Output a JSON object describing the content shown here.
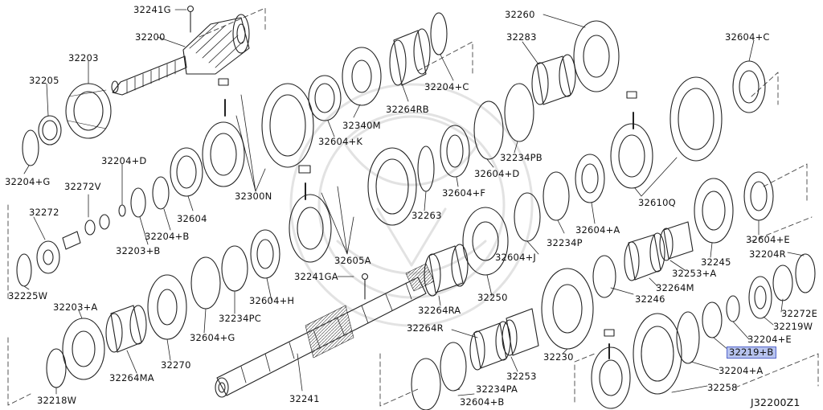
{
  "part_labels": [
    {
      "id": "32241G",
      "text": "32241G"
    },
    {
      "id": "32200",
      "text": "32200"
    },
    {
      "id": "32203",
      "text": "32203"
    },
    {
      "id": "32205",
      "text": "32205"
    },
    {
      "id": "32204+G",
      "text": "32204+G"
    },
    {
      "id": "32204+D",
      "text": "32204+D"
    },
    {
      "id": "32272V",
      "text": "32272V"
    },
    {
      "id": "32272",
      "text": "32272"
    },
    {
      "id": "32203+B",
      "text": "32203+B"
    },
    {
      "id": "32204+B",
      "text": "32204+B"
    },
    {
      "id": "32604",
      "text": "32604"
    },
    {
      "id": "32300N",
      "text": "32300N"
    },
    {
      "id": "32225W",
      "text": "32225W"
    },
    {
      "id": "32203+A",
      "text": "32203+A"
    },
    {
      "id": "32218W",
      "text": "32218W"
    },
    {
      "id": "32264MA",
      "text": "32264MA"
    },
    {
      "id": "32270",
      "text": "32270"
    },
    {
      "id": "32604+G",
      "text": "32604+G"
    },
    {
      "id": "32234PC",
      "text": "32234PC"
    },
    {
      "id": "32604+H",
      "text": "32604+H"
    },
    {
      "id": "32241GA",
      "text": "32241GA"
    },
    {
      "id": "32605A",
      "text": "32605A"
    },
    {
      "id": "32241",
      "text": "32241"
    },
    {
      "id": "32264RA",
      "text": "32264RA"
    },
    {
      "id": "32264R",
      "text": "32264R"
    },
    {
      "id": "32234PA",
      "text": "32234PA"
    },
    {
      "id": "32604+B",
      "text": "32604+B"
    },
    {
      "id": "32253",
      "text": "32253"
    },
    {
      "id": "32250",
      "text": "32250"
    },
    {
      "id": "32230",
      "text": "32230"
    },
    {
      "id": "32340M",
      "text": "32340M"
    },
    {
      "id": "32604+K",
      "text": "32604+K"
    },
    {
      "id": "32264RB",
      "text": "32264RB"
    },
    {
      "id": "32204+C",
      "text": "32204+C"
    },
    {
      "id": "32260",
      "text": "32260"
    },
    {
      "id": "32283",
      "text": "32283"
    },
    {
      "id": "32234PB",
      "text": "32234PB"
    },
    {
      "id": "32604+D",
      "text": "32604+D"
    },
    {
      "id": "32604+F",
      "text": "32604+F"
    },
    {
      "id": "32263",
      "text": "32263"
    },
    {
      "id": "32604+J",
      "text": "32604+J"
    },
    {
      "id": "32234P",
      "text": "32234P"
    },
    {
      "id": "32604+A",
      "text": "32604+A"
    },
    {
      "id": "32610Q",
      "text": "32610Q"
    },
    {
      "id": "32604+C",
      "text": "32604+C"
    },
    {
      "id": "32604+E",
      "text": "32604+E"
    },
    {
      "id": "32204R",
      "text": "32204R"
    },
    {
      "id": "32245",
      "text": "32245"
    },
    {
      "id": "32253+A",
      "text": "32253+A"
    },
    {
      "id": "32264M",
      "text": "32264M"
    },
    {
      "id": "32246",
      "text": "32246"
    },
    {
      "id": "32272E",
      "text": "32272E"
    },
    {
      "id": "32219W",
      "text": "32219W"
    },
    {
      "id": "32204+E",
      "text": "32204+E"
    },
    {
      "id": "32219+B",
      "text": "32219+B"
    },
    {
      "id": "32204+A",
      "text": "32204+A"
    },
    {
      "id": "32258",
      "text": "32258"
    }
  ],
  "highlighted_part": "32219+B",
  "diagram_reference": "J32200Z1"
}
